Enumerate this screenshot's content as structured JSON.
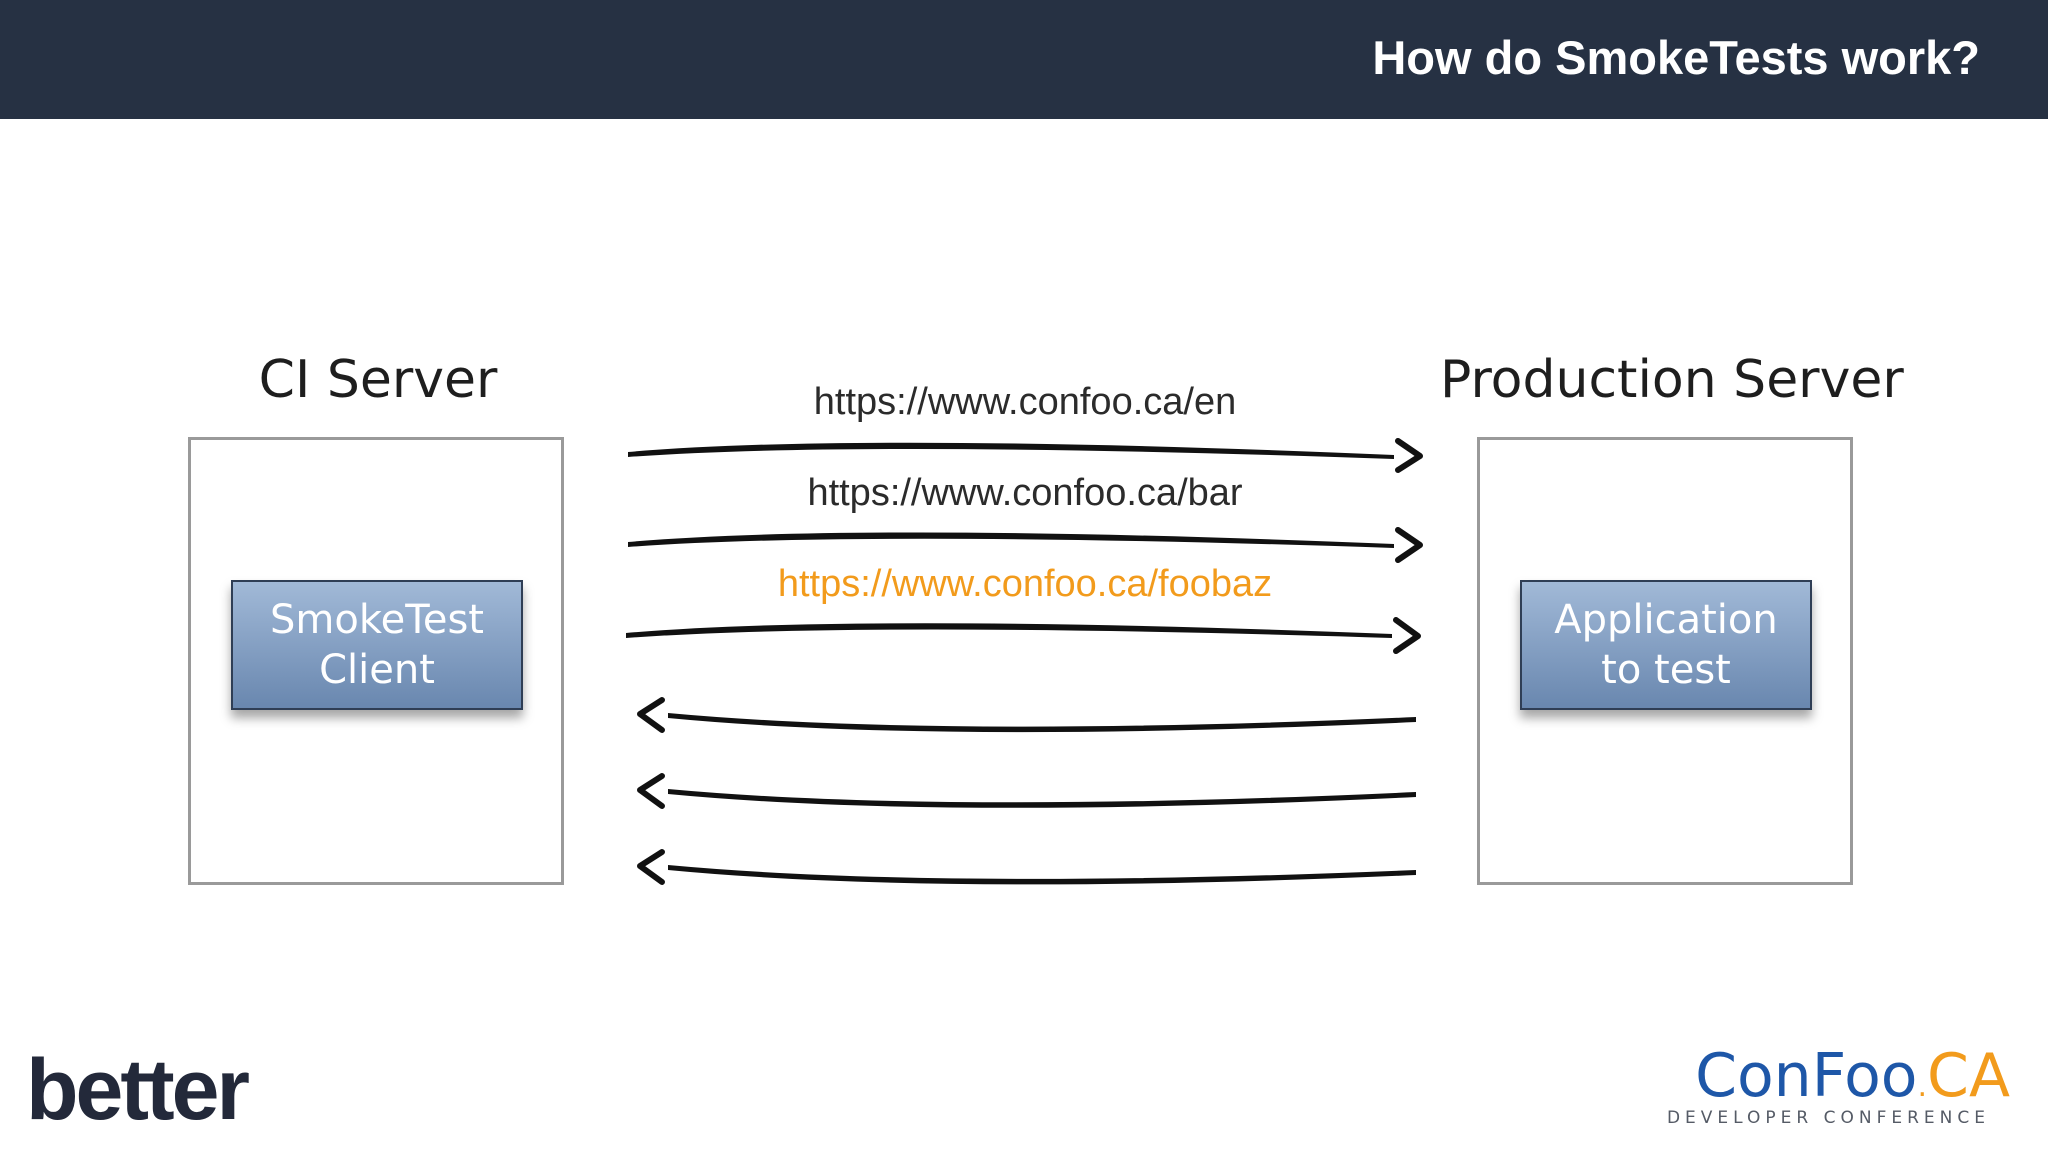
{
  "header": {
    "title": "How do SmokeTests work?"
  },
  "ci_server": {
    "label": "CI Server",
    "component": "SmokeTest\nClient"
  },
  "production_server": {
    "label": "Production Server",
    "component": "Application\nto test"
  },
  "requests": [
    {
      "url": "https://www.confoo.ca/en",
      "color": "#2b2b2b"
    },
    {
      "url": "https://www.confoo.ca/bar",
      "color": "#2b2b2b"
    },
    {
      "url": "https://www.confoo.ca/foobaz",
      "color": "#f29b1c"
    }
  ],
  "logos": {
    "left": "better",
    "right_main": "ConFoo",
    "right_dot": ".",
    "right_ca": "CA",
    "right_sub": "DEVELOPER CONFERENCE"
  }
}
